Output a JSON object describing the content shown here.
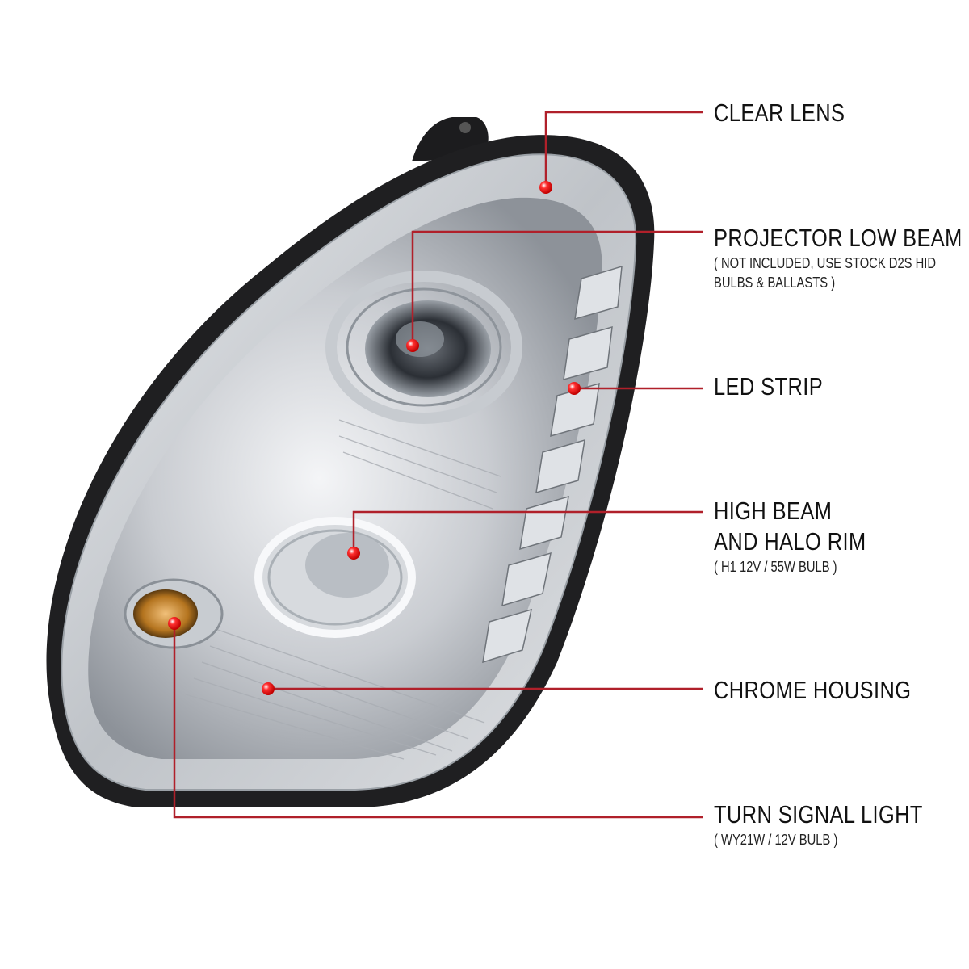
{
  "callouts": {
    "clear_lens": {
      "title": "CLEAR LENS"
    },
    "projector": {
      "title": "PROJECTOR LOW BEAM",
      "sub1": "( NOT INCLUDED, USE  STOCK D2S HID",
      "sub2": "BULBS & BALLASTS )"
    },
    "led_strip": {
      "title": "LED STRIP"
    },
    "high_beam": {
      "title1": "HIGH BEAM",
      "title2": "AND HALO RIM",
      "sub": "( H1  12V / 55W  BULB )"
    },
    "chrome_housing": {
      "title": "CHROME HOUSING"
    },
    "turn_signal": {
      "title": "TURN SIGNAL LIGHT",
      "sub": "( WY21W / 12V  BULB )"
    }
  },
  "colors": {
    "accent_line": "#b0202a",
    "dot": "#e00000",
    "background": "#ffffff"
  },
  "icons": [
    "callout-dot-icon"
  ]
}
